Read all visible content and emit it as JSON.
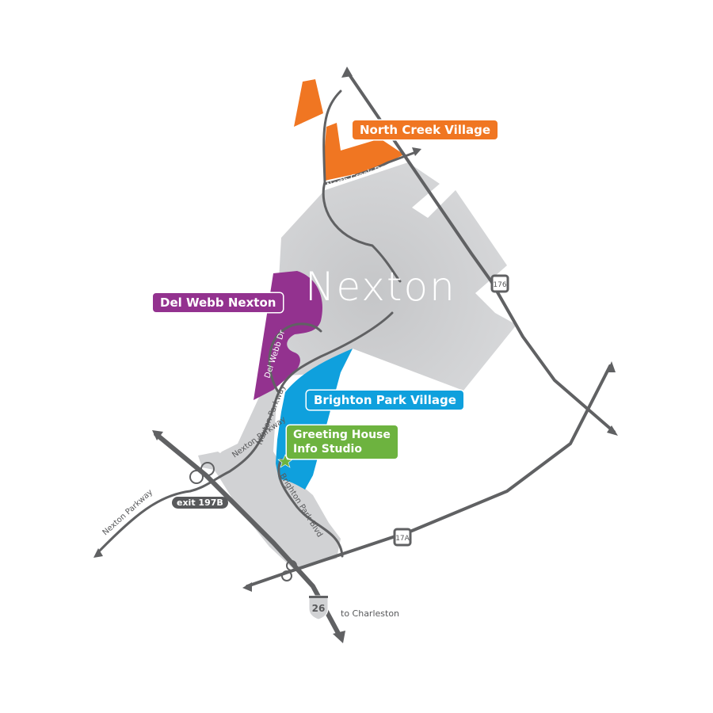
{
  "map": {
    "title": "Nexton",
    "colors": {
      "background": "#ffffff",
      "nexton_area": "#d1d2d4",
      "roads": "#606163",
      "north_creek": "#f07622",
      "del_webb": "#93328f",
      "brighton_park": "#0fa0dd",
      "greeting_house": "#6db33f"
    },
    "communities": {
      "north_creek": "North Creek Village",
      "del_webb": "Del Webb Nexton",
      "brighton_park": "Brighton Park Village",
      "greeting_house": "Greeting House Info Studio"
    },
    "roads": {
      "north_creek_dr": "North Creek Dr",
      "del_webb_dr": "Del Webb Dr",
      "nexton_parkway": "Nexton Parkway",
      "nexton_parkway_west": "Nexton Parkway",
      "brighton_park_blvd": "Brighton Park Blvd"
    },
    "shields": {
      "us176": "176",
      "us17a": "17A",
      "i26": "26"
    },
    "exit_label": "exit 197B",
    "direction_label": "to Charleston"
  }
}
